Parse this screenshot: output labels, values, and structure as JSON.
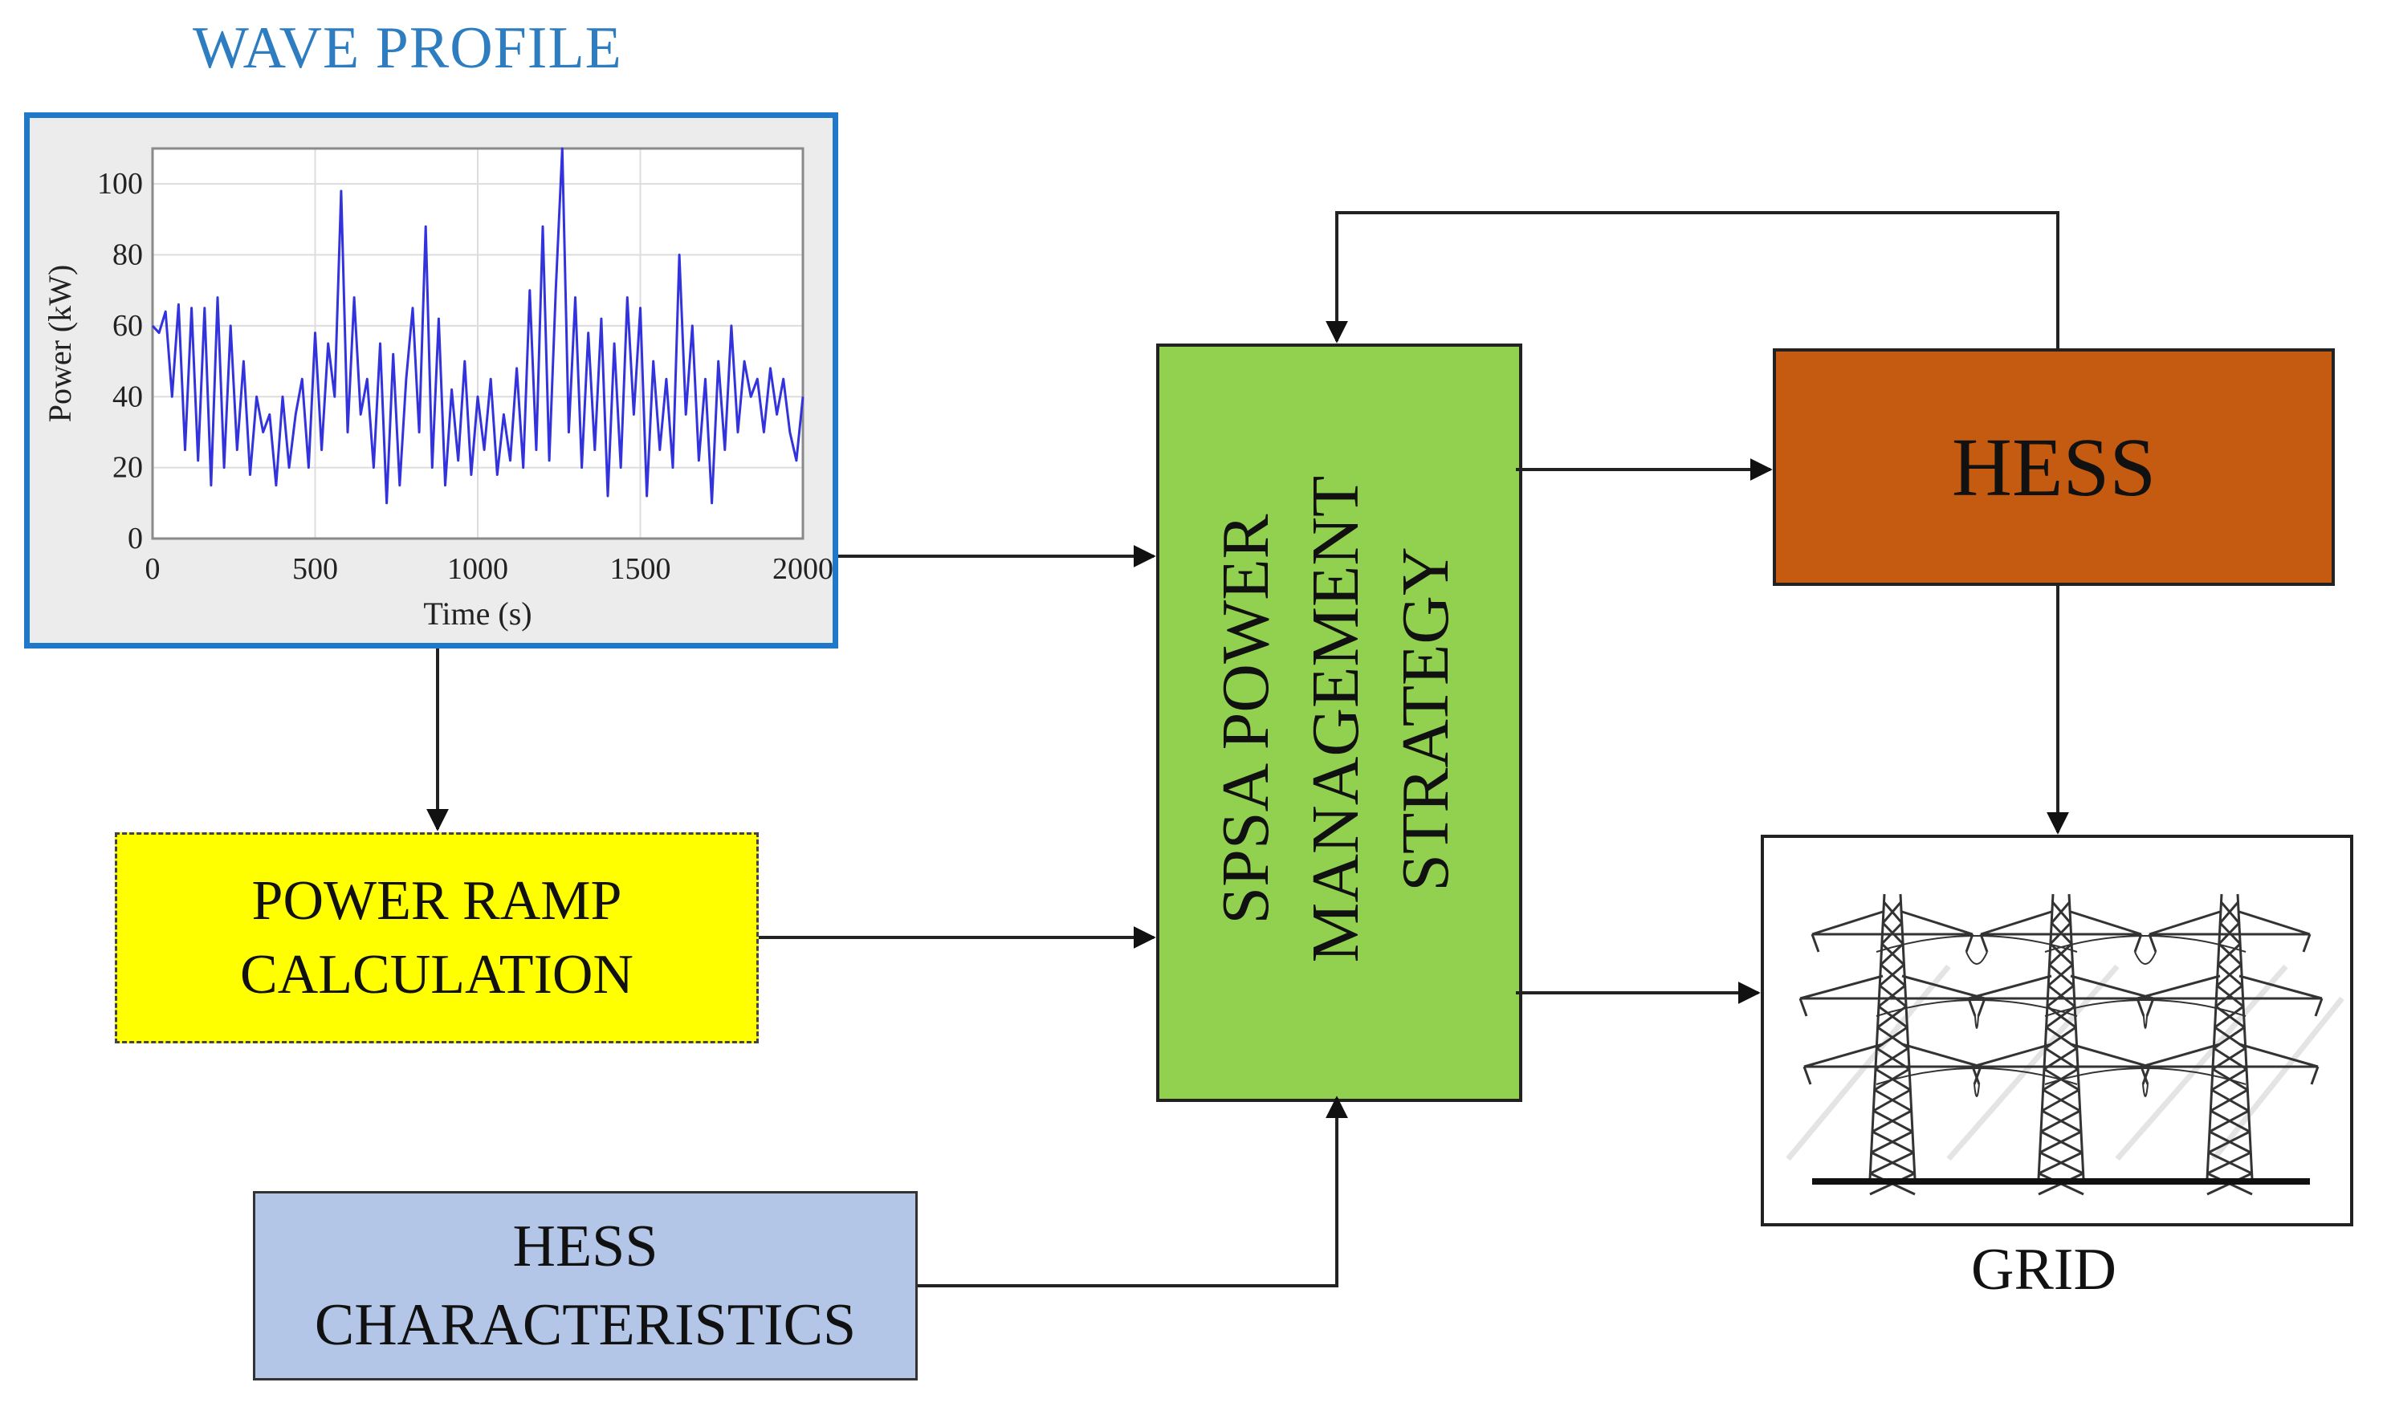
{
  "wave_profile": {
    "title": "WAVE PROFILE",
    "chart_data": {
      "type": "line",
      "xlabel": "Time (s)",
      "ylabel": "Power (kW)",
      "xlim": [
        0,
        2000
      ],
      "ylim": [
        0,
        110
      ],
      "xticks": [
        0,
        500,
        1000,
        1500,
        2000
      ],
      "yticks": [
        0,
        20,
        40,
        60,
        80,
        100
      ],
      "grid": true,
      "series": [
        {
          "color": "#3333dd",
          "x": [
            0,
            20,
            40,
            60,
            80,
            100,
            120,
            140,
            160,
            180,
            200,
            220,
            240,
            260,
            280,
            300,
            320,
            340,
            360,
            380,
            400,
            420,
            440,
            460,
            480,
            500,
            520,
            540,
            560,
            580,
            600,
            620,
            640,
            660,
            680,
            700,
            720,
            740,
            760,
            780,
            800,
            820,
            840,
            860,
            880,
            900,
            920,
            940,
            960,
            980,
            1000,
            1020,
            1040,
            1060,
            1080,
            1100,
            1120,
            1140,
            1160,
            1180,
            1200,
            1220,
            1240,
            1260,
            1280,
            1300,
            1320,
            1340,
            1360,
            1380,
            1400,
            1420,
            1440,
            1460,
            1480,
            1500,
            1520,
            1540,
            1560,
            1580,
            1600,
            1620,
            1640,
            1660,
            1680,
            1700,
            1720,
            1740,
            1760,
            1780,
            1800,
            1820,
            1840,
            1860,
            1880,
            1900,
            1920,
            1940,
            1960,
            1980,
            2000
          ],
          "y": [
            60,
            58,
            64,
            40,
            66,
            25,
            65,
            22,
            65,
            15,
            68,
            20,
            60,
            25,
            50,
            18,
            40,
            30,
            35,
            15,
            40,
            20,
            35,
            45,
            20,
            58,
            25,
            55,
            40,
            98,
            30,
            68,
            35,
            45,
            20,
            55,
            10,
            52,
            15,
            45,
            65,
            30,
            88,
            20,
            62,
            15,
            42,
            22,
            50,
            18,
            40,
            25,
            45,
            18,
            35,
            22,
            48,
            20,
            70,
            25,
            88,
            22,
            70,
            110,
            30,
            68,
            20,
            58,
            25,
            62,
            12,
            55,
            20,
            68,
            35,
            65,
            12,
            50,
            25,
            45,
            20,
            80,
            35,
            60,
            22,
            45,
            10,
            50,
            25,
            60,
            30,
            50,
            40,
            45,
            30,
            48,
            35,
            45,
            30,
            22,
            40
          ]
        }
      ]
    }
  },
  "blocks": {
    "power_ramp": [
      "POWER RAMP",
      "CALCULATION"
    ],
    "hess_characteristics": [
      "HESS",
      "CHARACTERISTICS"
    ],
    "spsa": [
      "SPSA POWER",
      "MANAGEMENT",
      "STRATEGY"
    ],
    "hess": "HESS",
    "grid": "GRID"
  },
  "colors": {
    "wave_title": "#2e7dc0",
    "wave_border": "#1f78c8",
    "power_ramp": "#ffff00",
    "hess_characteristics": "#b3c6e7",
    "spsa": "#92d050",
    "hess": "#c55a11"
  },
  "icons": {
    "grid": "transmission-towers-icon"
  }
}
